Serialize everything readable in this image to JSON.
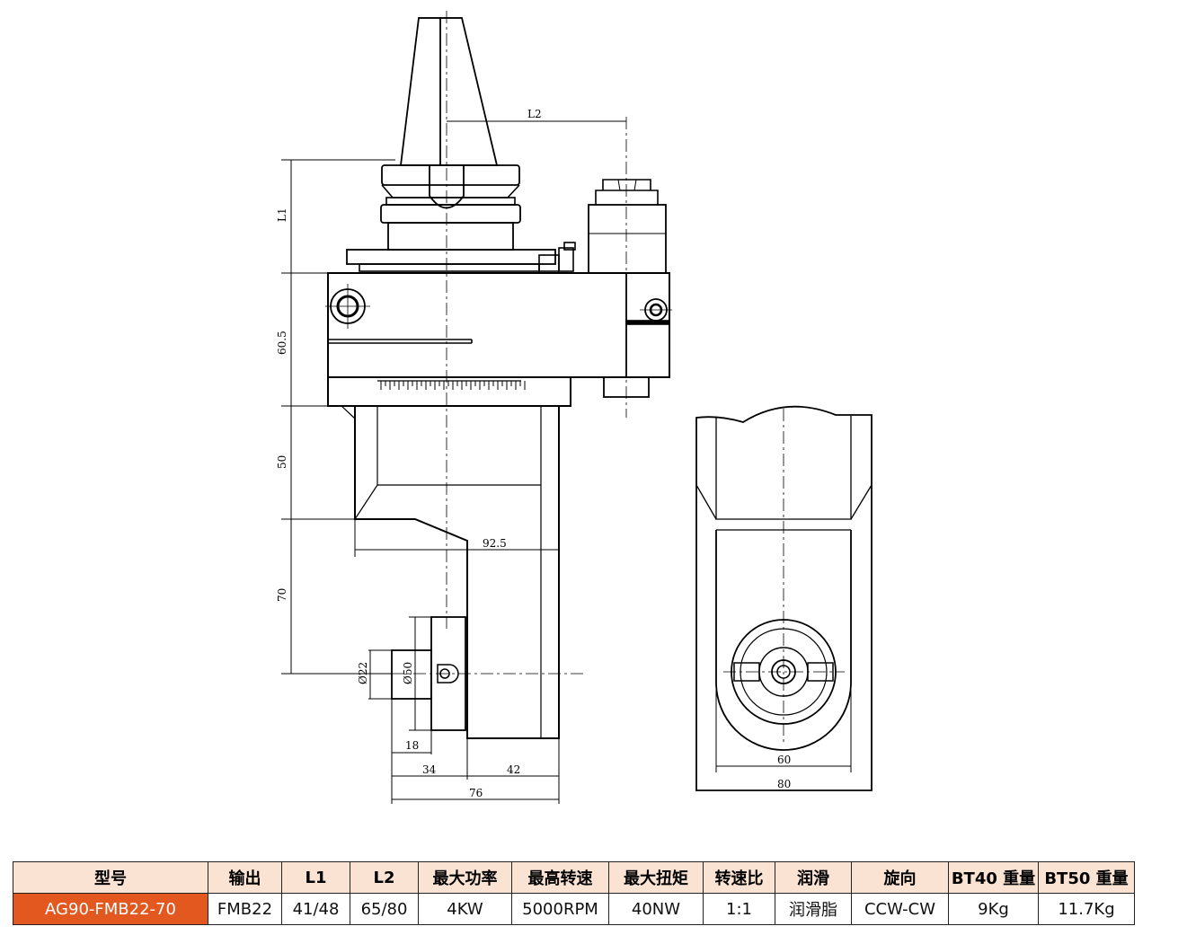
{
  "drawing": {
    "dimensions": {
      "l1": "L1",
      "l2": "L2",
      "d60_5": "60.5",
      "d50_v": "50",
      "d70": "70",
      "d92_5": "92.5",
      "dia22": "Ø22",
      "dia50": "Ø50",
      "d18": "18",
      "d34": "34",
      "d42": "42",
      "d76": "76",
      "d60": "60",
      "d80": "80"
    }
  },
  "spec_table": {
    "headers": [
      "型号",
      "输出",
      "L1",
      "L2",
      "最大功率",
      "最高转速",
      "最大扭矩",
      "转速比",
      "润滑",
      "旋向",
      "BT40 重量",
      "BT50 重量"
    ],
    "row": [
      "AG90-FMB22-70",
      "FMB22",
      "41/48",
      "65/80",
      "4KW",
      "5000RPM",
      "40NW",
      "1:1",
      "润滑脂",
      "CCW-CW",
      "9Kg",
      "11.7Kg"
    ]
  },
  "colors": {
    "header_bg": "#fbe3d3",
    "model_cell_bg": "#e2581f",
    "line": "#000000"
  }
}
